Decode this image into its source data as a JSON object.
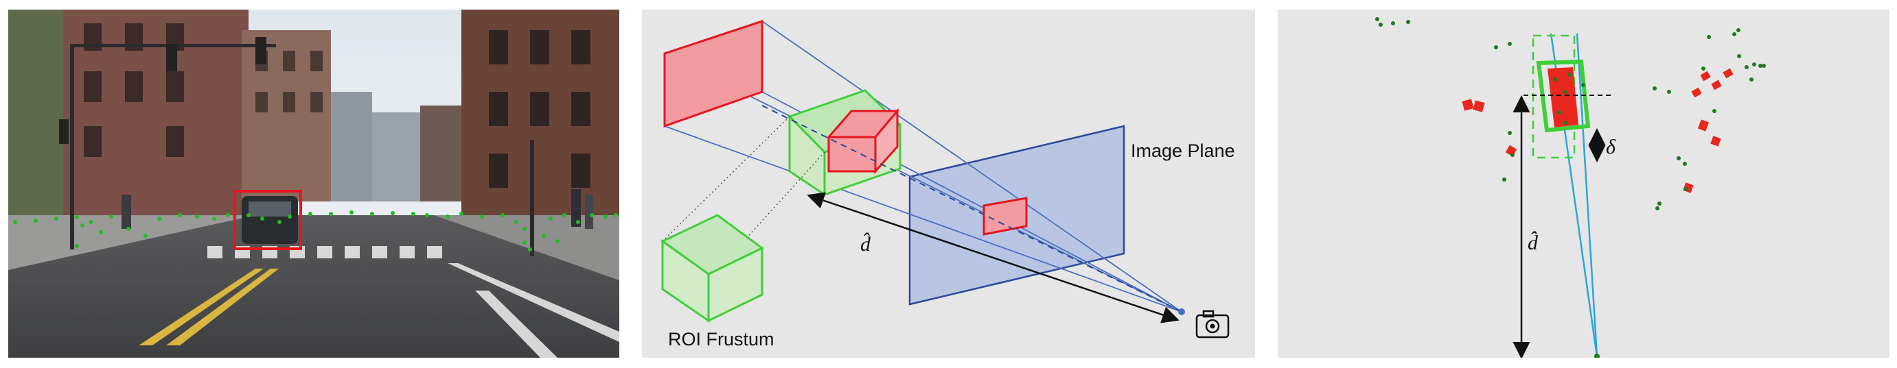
{
  "panels": {
    "photo": {
      "name": "camera-image-with-lidar-points"
    },
    "frustum": {
      "image_plane_label": "Image Plane",
      "roi_frustum_label": "ROI Frustum",
      "distance_label": "d̂"
    },
    "bev": {
      "delta_label": "δ",
      "distance_label": "d̂"
    }
  },
  "colors": {
    "box_red": "#e8141e",
    "box_green": "#3fcf3a",
    "lidar_green": "#1fbf1f",
    "frustum_blue": "#4a70c0",
    "plane_fill": "#b8c6e4",
    "plane_stroke": "#2c4a9a",
    "bev_cyan": "#2aa6d8",
    "bev_point": "#1f7a1f"
  }
}
